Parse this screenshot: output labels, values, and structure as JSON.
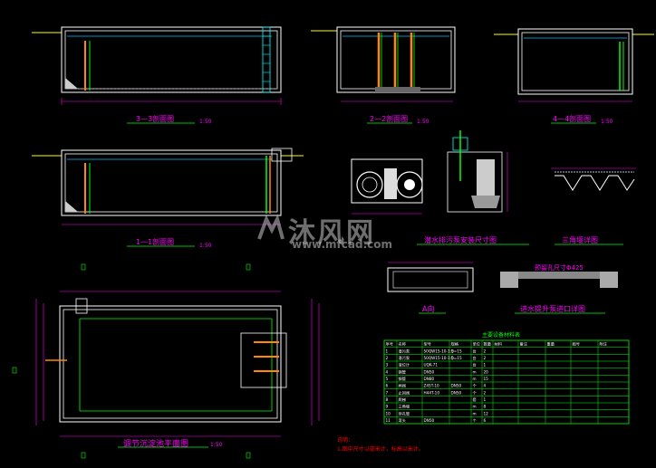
{
  "colors": {
    "background": "#000000",
    "structure": "#ffffff",
    "dimension": "#ff00ff",
    "pipe_orange": "#ff8800",
    "pipe_green": "#00ff00",
    "water": "#00c0ff",
    "ground": "#ffff00",
    "table": "#00ff00",
    "note": "#ff0000"
  },
  "labels": {
    "section_3_3": "3—3剖面图",
    "section_2_2": "2—2剖面图",
    "section_4_4": "4—4剖面图",
    "section_1_1": "1—1剖面图",
    "scale": "1:50",
    "pump_install": "潜水排污泵安装尺寸图",
    "triangle_weir": "三角堰详图",
    "plan_view": "调节沉淀池平面图",
    "view_a": "A向",
    "hole_detail": "进水提升泵进口详图",
    "hole_label": "预留孔尺寸Φ425",
    "table_title": "主要设备材料表",
    "notes_title": "说明：",
    "notes_line1": "1.图中尺寸以毫米计，标高以米计。"
  },
  "watermark": {
    "brand": "沐风网",
    "url": "www.mfcad.com"
  },
  "table": {
    "headers": [
      "序号",
      "名称",
      "型号",
      "规格",
      "单位",
      "数量",
      "材料",
      "备注",
      "重量",
      "图号",
      "附注"
    ],
    "rows": [
      [
        "1",
        "潜污泵",
        "50QW15-10-1.5",
        "Q=15",
        "台",
        "2",
        "",
        "",
        "",
        "",
        ""
      ],
      [
        "2",
        "潜污泵",
        "50QW15-10-1.5",
        "Q=15",
        "台",
        "2",
        "",
        "",
        "",
        "",
        ""
      ],
      [
        "3",
        "液位计",
        "UQK-71",
        "",
        "台",
        "1",
        "",
        "",
        "",
        "",
        ""
      ],
      [
        "4",
        "钢管",
        "DN50",
        "",
        "m",
        "20",
        "",
        "",
        "",
        "",
        ""
      ],
      [
        "5",
        "钢管",
        "DN80",
        "",
        "m",
        "15",
        "",
        "",
        "",
        "",
        ""
      ],
      [
        "6",
        "闸阀",
        "Z45T-10",
        "DN50",
        "个",
        "4",
        "",
        "",
        "",
        "",
        ""
      ],
      [
        "7",
        "止回阀",
        "H44T-10",
        "DN50",
        "个",
        "2",
        "",
        "",
        "",
        "",
        ""
      ],
      [
        "8",
        "爬梯",
        "",
        "",
        "套",
        "1",
        "",
        "",
        "",
        "",
        ""
      ],
      [
        "9",
        "三角堰",
        "",
        "",
        "m",
        "8",
        "",
        "",
        "",
        "",
        ""
      ],
      [
        "10",
        "穿孔管",
        "",
        "",
        "m",
        "12",
        "",
        "",
        "",
        "",
        ""
      ],
      [
        "11",
        "弯头",
        "DN50",
        "",
        "个",
        "6",
        "",
        "",
        "",
        "",
        ""
      ]
    ]
  }
}
